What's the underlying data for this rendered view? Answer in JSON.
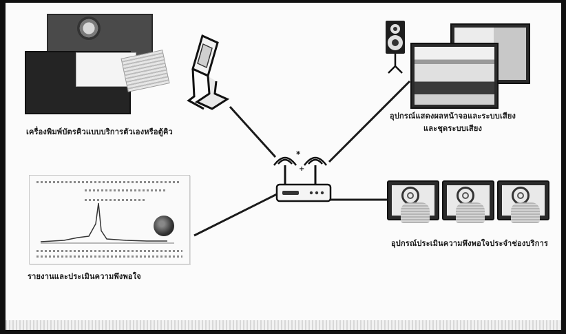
{
  "diagram": {
    "captions": {
      "printer": "เครื่องพิมพ์บัตรคิวแบบบริการตัวเองหรือตู้คิว",
      "display": "อุปกรณ์แสดงผลหน้าจอและระบบเสียง\nและชุดระบบเสียง",
      "report": "รายงานและประเมินความพึงพอใจ",
      "tablets": "อุปกรณ์ประเมินความพึงพอใจประจำช่องบริการ"
    },
    "icons": {
      "printer": "ticket-printer-icon",
      "kiosk": "kiosk-icon",
      "speaker": "speaker-icon",
      "monitors": "monitor-icon",
      "router": "wireless-router-icon",
      "report": "report-chart-icon",
      "tablets": "tablet-rating-icon"
    },
    "colors": {
      "frame": "#101010",
      "line": "#1a1a1a",
      "background": "#fbfbfb"
    }
  }
}
